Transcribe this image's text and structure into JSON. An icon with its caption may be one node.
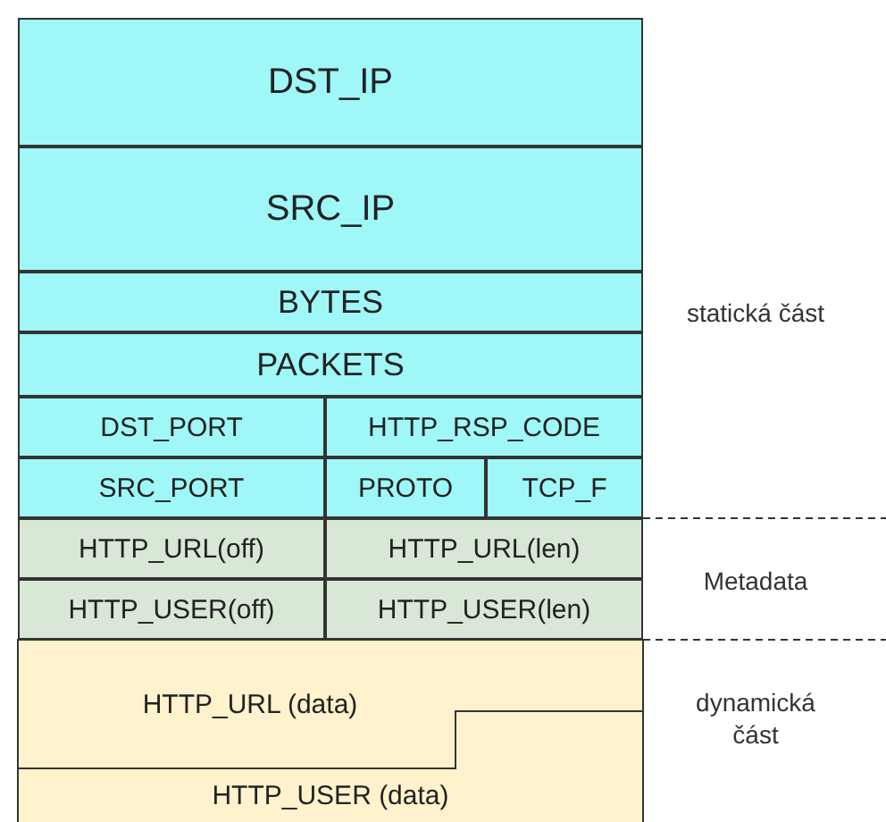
{
  "diagram": {
    "nodes": [
      {
        "text": [
          "DST_IP"
        ]
      },
      {
        "text": [
          "SRC_IP"
        ]
      },
      {
        "text": [
          "BYTES"
        ]
      },
      {
        "text": [
          "PACKETS"
        ]
      },
      {
        "text": [
          "DST_PORT"
        ]
      },
      {
        "text": [
          "HTTP_RSP_CODE"
        ]
      },
      {
        "text": [
          "SRC_PORT"
        ]
      },
      {
        "text": [
          "PROTO"
        ]
      },
      {
        "text": [
          "TCP_F"
        ]
      },
      {
        "text": [
          "HTTP_URL(off)"
        ]
      },
      {
        "text": [
          "HTTP_URL(len)"
        ]
      },
      {
        "text": [
          "HTTP_USER(off)"
        ]
      },
      {
        "text": [
          "HTTP_USER(len)"
        ]
      },
      {
        "text": [
          "HTTP_URL (data)"
        ]
      },
      {
        "text": [
          "HTTP_USER (data)"
        ]
      }
    ],
    "edges": [],
    "labels": [
      "statická část",
      "Metadata",
      "dynamická část"
    ]
  }
}
